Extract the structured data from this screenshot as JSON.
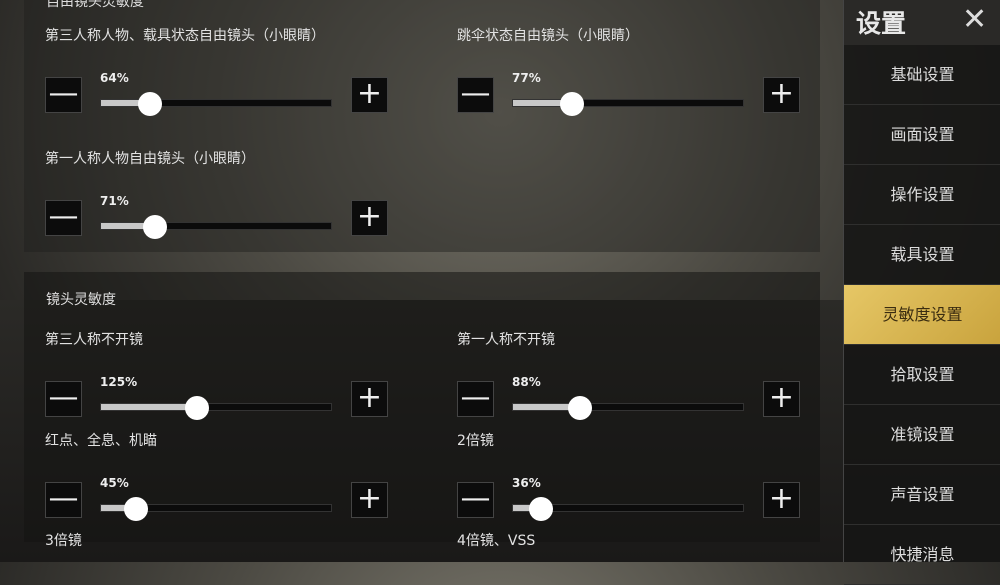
{
  "sections": [
    {
      "title": "自由镜头灵敏度",
      "sliders": [
        {
          "label": "第三人称人物、载具状态自由镜头（小眼睛）",
          "value": 64
        },
        {
          "label": "跳伞状态自由镜头（小眼睛）",
          "value": 77
        },
        {
          "label": "第一人称人物自由镜头（小眼睛）",
          "value": 71
        }
      ]
    },
    {
      "title": "镜头灵敏度",
      "sliders": [
        {
          "label": "第三人称不开镜",
          "value": 125
        },
        {
          "label": "第一人称不开镜",
          "value": 88
        },
        {
          "label": "红点、全息、机瞄",
          "value": 45
        },
        {
          "label": "2倍镜",
          "value": 36
        },
        {
          "label": "3倍镜"
        },
        {
          "label": "4倍镜、VSS"
        }
      ]
    }
  ],
  "slider_max": 300,
  "minus_symbol": "—",
  "plus_symbol": "+",
  "sidebar": {
    "title": "设置",
    "close": "✕",
    "active_index": 4,
    "accent": "#d9b550",
    "items": [
      "基础设置",
      "画面设置",
      "操作设置",
      "载具设置",
      "灵敏度设置",
      "拾取设置",
      "准镜设置",
      "声音设置",
      "快捷消息"
    ]
  }
}
